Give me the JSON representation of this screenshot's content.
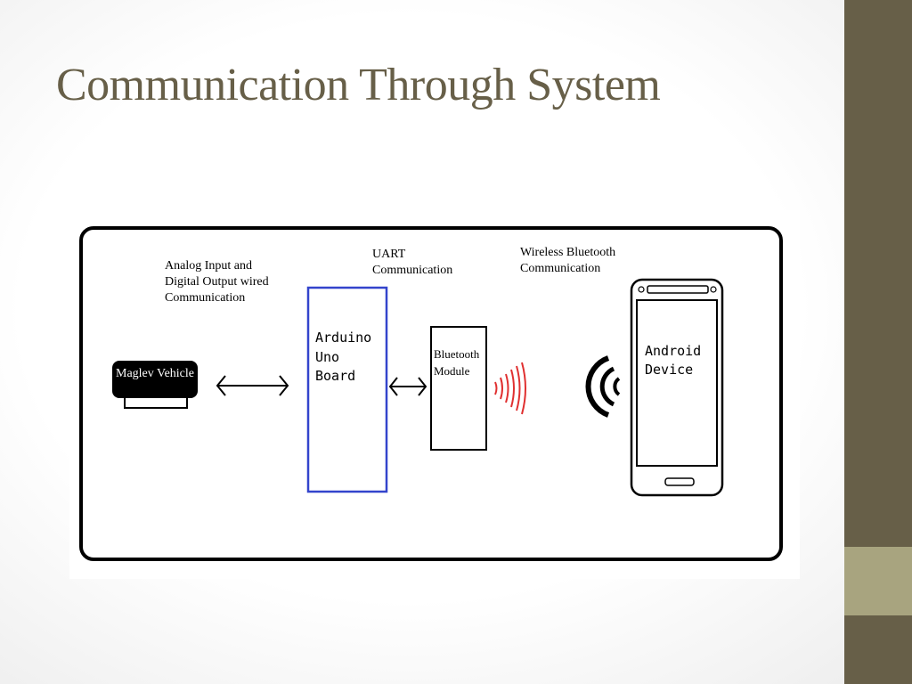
{
  "slide": {
    "title": "Communication Through System"
  },
  "diagram": {
    "labels": {
      "wired_line1": "Analog Input and",
      "wired_line2": "Digital Output wired",
      "wired_line3": "Communication",
      "uart_line1": "UART",
      "uart_line2": "Communication",
      "wireless_line1": "Wireless Bluetooth",
      "wireless_line2": "Communication"
    },
    "nodes": {
      "vehicle": "Maglev Vehicle",
      "arduino_line1": "Arduino",
      "arduino_line2": "Uno",
      "arduino_line3": "Board",
      "bt_line1": "Bluetooth",
      "bt_line2": "Module",
      "android_line1": "Android",
      "android_line2": "Device"
    },
    "colors": {
      "arduino_border": "#3344cc",
      "signal_out": "#e03030",
      "signal_in": "#000000"
    }
  },
  "theme": {
    "sidebar_color": "#675f48",
    "sidebar_accent": "#a8a47f",
    "title_color": "#675f48"
  }
}
